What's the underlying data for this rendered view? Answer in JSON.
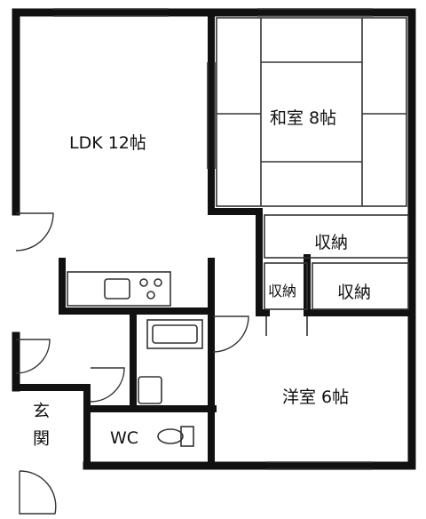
{
  "rooms": {
    "ldk": "LDK 12帖",
    "washitsu": "和室 8帖",
    "shuno_1": "収納",
    "shuno_2": "収納",
    "shuno_3": "収納",
    "yoshitsu": "洋室 6帖",
    "wc": "WC",
    "genkan": "玄関"
  },
  "colors": {
    "wall": "#111111",
    "line": "#333333",
    "background": "#ffffff"
  }
}
